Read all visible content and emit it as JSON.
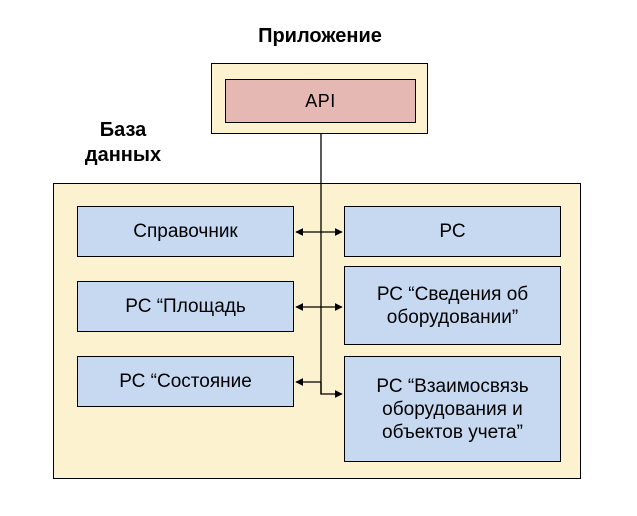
{
  "application": {
    "title": "Приложение",
    "api_label": "API"
  },
  "database": {
    "title": "База\nданных",
    "left_items": [
      "Справочник",
      "РС “Площадь",
      "РС “Состояние"
    ],
    "right_items": [
      "РС",
      "РС “Сведения об\nоборудовании”",
      "РС “Взаимосвязь\nоборудования и\nобъектов учета”"
    ]
  },
  "colors": {
    "frame_fill": "#fdf2d0",
    "api_fill": "#e6b8b3",
    "entity_fill": "#c6d9f1",
    "stroke": "#000000"
  }
}
